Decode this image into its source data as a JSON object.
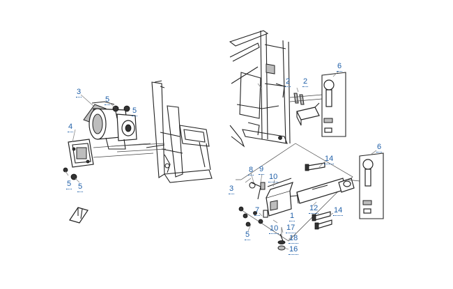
{
  "callouts": {
    "c3_left": "3",
    "c5_a": "5",
    "c5_b": "5",
    "c4": "4",
    "c5_c": "5",
    "c5_d": "5",
    "c2_a": "2",
    "c2_b": "2",
    "c6_top": "6",
    "c14_top": "14",
    "c6_right": "6",
    "c8": "8",
    "c9": "9",
    "c10_top": "10",
    "c3_right": "3",
    "c7": "7",
    "c1": "1",
    "c12": "12",
    "c14_bottom": "14",
    "c10_bottom": "10",
    "c17": "17",
    "c5_e": "5",
    "c18": "18",
    "c16": "16"
  }
}
